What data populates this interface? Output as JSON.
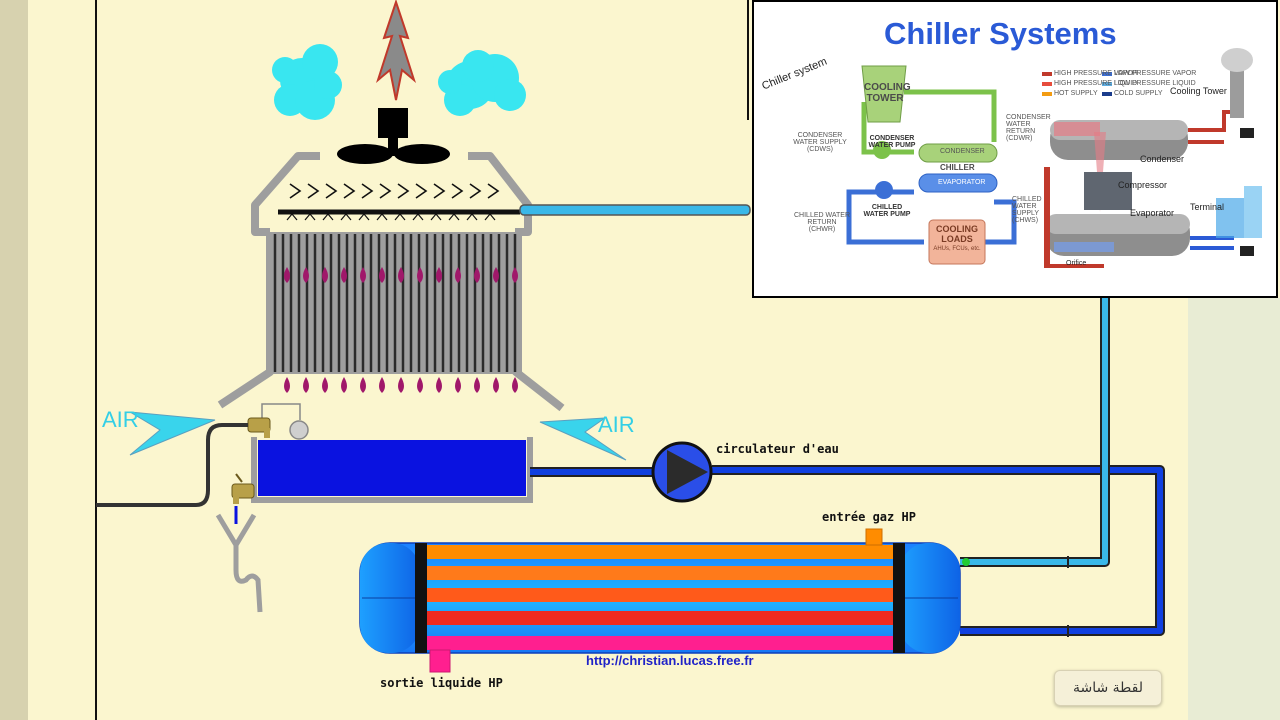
{
  "labels": {
    "air_left": "AIR",
    "air_right": "AIR",
    "circulator": "circulateur d'eau",
    "gas_inlet": "entrée gaz HP",
    "liquid_outlet": "sortie liquide HP",
    "url": "http://christian.lucas.free.fr"
  },
  "inset": {
    "title": "Chiller Systems",
    "subtitle": "Chiller system",
    "cooling_tower_box": [
      "COOLING",
      "TOWER"
    ],
    "condenser_water_supply": "CONDENSER WATER SUPPLY (CDWS)",
    "condenser_water_pump": "CONDENSER WATER PUMP",
    "condenser": "CONDENSER",
    "chiller": "CHILLER",
    "evaporator": "EVAPORATOR",
    "condenser_water_return": "CONDENSER WATER RETURN (CDWR)",
    "chilled_water_return": "CHILLED WATER RETURN (CHWR)",
    "chilled_water_pump": "CHILLED WATER PUMP",
    "chilled_water_supply": "CHILLED WATER SUPPLY (CHWS)",
    "cooling_loads": [
      "COOLING",
      "LOADS"
    ],
    "cooling_loads_sub": "AHUs, FCUs, etc.",
    "legend": [
      "HIGH PRESSURE VAPOR",
      "HIGH PRESSURE LIQUID",
      "HOT SUPPLY",
      "LOW PRESSURE VAPOR",
      "LOW PRESSURE LIQUID",
      "COLD SUPPLY"
    ],
    "cooling_tower": "Cooling Tower",
    "condenser_3d": "Condenser",
    "compressor": "Compressor",
    "evaporator_3d": "Evaporator",
    "terminal": "Terminal",
    "orifice": "Orifice"
  },
  "screenshot_button": "لقطة شاشة",
  "colors": {
    "background": "#fbf6cf",
    "tower_grey": "#9e9e9e",
    "water_blue": "#0a12e0",
    "pipe_cyan": "#3ab8e8",
    "droplet_purple": "#a0186a",
    "steam_cyan": "#39e6f0",
    "hot_orange": "#ff8c00",
    "pink": "#ff1f8f"
  }
}
